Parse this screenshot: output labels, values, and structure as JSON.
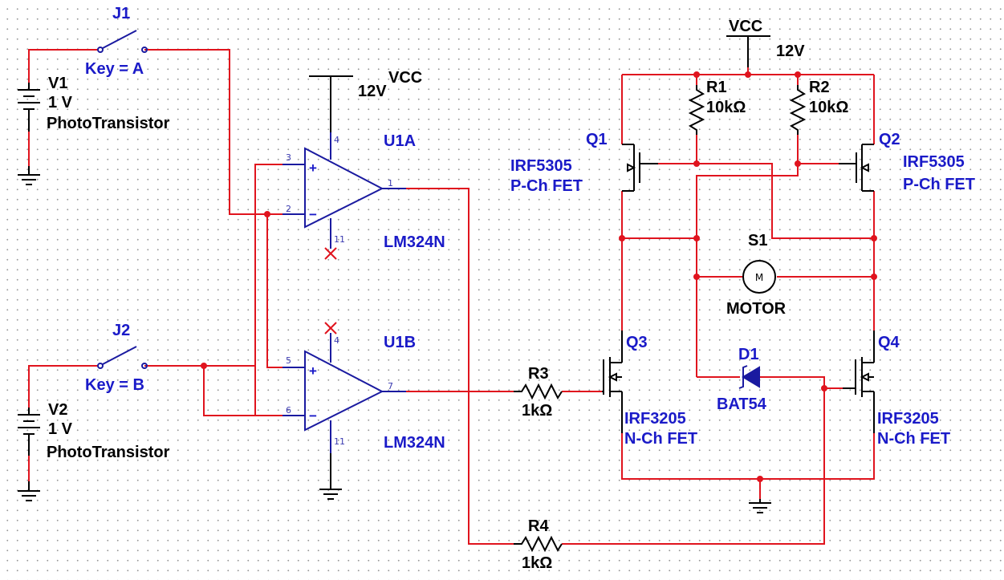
{
  "switches": [
    {
      "ref": "J1",
      "key": "Key = A"
    },
    {
      "ref": "J2",
      "key": "Key = B"
    }
  ],
  "sources": [
    {
      "ref": "V1",
      "value": "1 V",
      "desc": "PhotoTransistor"
    },
    {
      "ref": "V2",
      "value": "1 V",
      "desc": "PhotoTransistor"
    }
  ],
  "supply_left": {
    "voltage": "12V",
    "name": "VCC"
  },
  "supply_top": {
    "name": "VCC",
    "voltage": "12V"
  },
  "opamps": [
    {
      "ref": "U1A",
      "part": "LM324N",
      "pins": {
        "plus": "3",
        "minus": "2",
        "out": "1",
        "vp": "4",
        "vn": "11"
      }
    },
    {
      "ref": "U1B",
      "part": "LM324N",
      "pins": {
        "plus": "5",
        "minus": "6",
        "out": "7",
        "vp": "4",
        "vn": "11"
      }
    }
  ],
  "resistors": [
    {
      "ref": "R1",
      "value": "10kΩ"
    },
    {
      "ref": "R2",
      "value": "10kΩ"
    },
    {
      "ref": "R3",
      "value": "1kΩ"
    },
    {
      "ref": "R4",
      "value": "1kΩ"
    }
  ],
  "transistors": [
    {
      "ref": "Q1",
      "part": "IRF5305",
      "type": "P-Ch FET"
    },
    {
      "ref": "Q2",
      "part": "IRF5305",
      "type": "P-Ch FET"
    },
    {
      "ref": "Q3",
      "part": "IRF3205",
      "type": "N-Ch FET"
    },
    {
      "ref": "Q4",
      "part": "IRF3205",
      "type": "N-Ch FET"
    }
  ],
  "motor": {
    "ref": "S1",
    "name": "MOTOR",
    "symbol": "M"
  },
  "diode": {
    "ref": "D1",
    "part": "BAT54"
  },
  "colors": {
    "wire": "#e0141e",
    "component": "#1a1aa0",
    "supply": "#000000",
    "label": "#1a1ac8"
  }
}
